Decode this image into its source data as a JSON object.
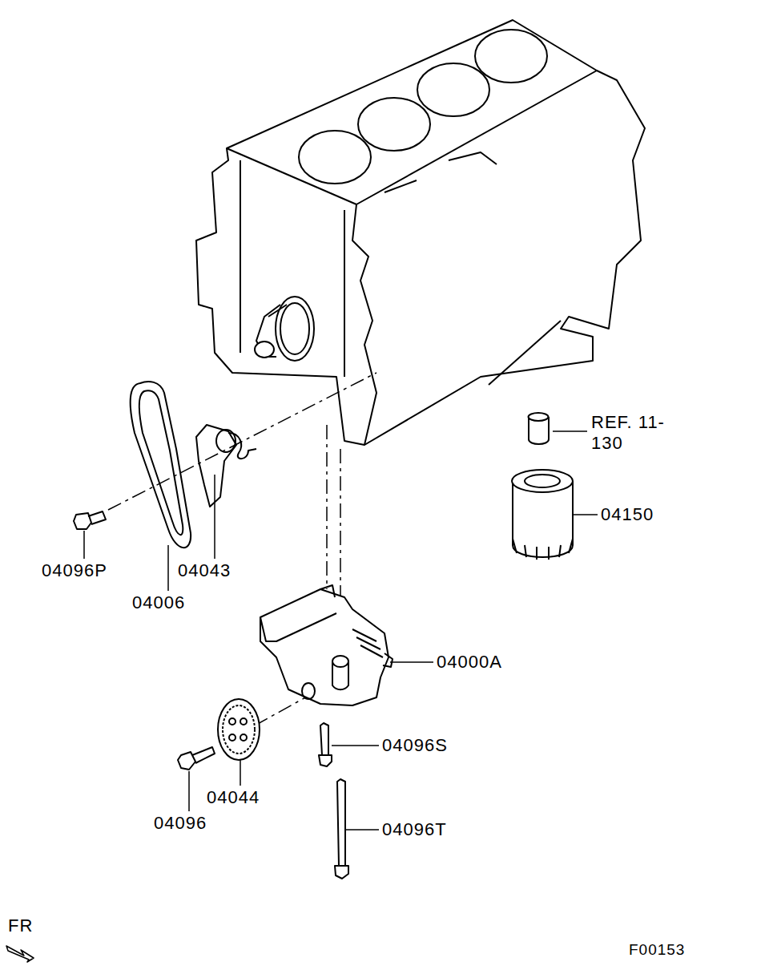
{
  "diagram": {
    "labels": [
      "REF. 11-130",
      "04150",
      "04096P",
      "04043",
      "04006",
      "04000A",
      "04096S",
      "04044",
      "04096",
      "04096T",
      "FR",
      "F00153"
    ]
  }
}
